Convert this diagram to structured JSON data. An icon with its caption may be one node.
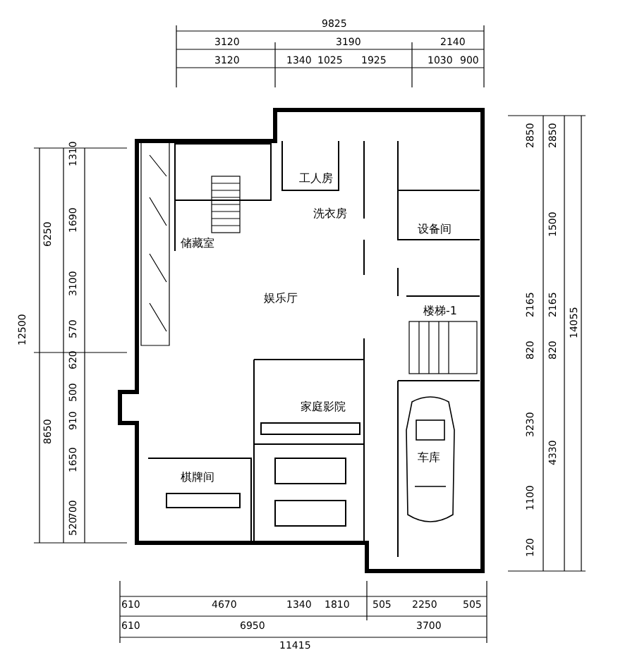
{
  "diagram": {
    "nodes": [
      {
        "text": [
          "储藏室"
        ]
      },
      {
        "text": [
          "工人房"
        ]
      },
      {
        "text": [
          "洗衣房"
        ]
      },
      {
        "text": [
          "设备间"
        ]
      },
      {
        "text": [
          "娱乐厅"
        ]
      },
      {
        "text": [
          "楼梯-1"
        ]
      },
      {
        "text": [
          "家庭影院"
        ]
      },
      {
        "text": [
          "车库"
        ]
      },
      {
        "text": [
          "棋牌间"
        ]
      }
    ],
    "labels": [
      "9825",
      "3120",
      "3190",
      "2140",
      "3120",
      "1340",
      "1025",
      "1925",
      "1030",
      "900",
      "12500",
      "6250",
      "1310",
      "1690",
      "3100",
      "570",
      "620",
      "8650",
      "500",
      "910",
      "1650",
      "700",
      "520",
      "2850",
      "2850",
      "1500",
      "2165",
      "2165",
      "820",
      "820",
      "3230",
      "4330",
      "1100",
      "120",
      "14055",
      "610",
      "4670",
      "1340",
      "1810",
      "505",
      "2250",
      "505",
      "610",
      "6950",
      "3700",
      "11415"
    ]
  }
}
